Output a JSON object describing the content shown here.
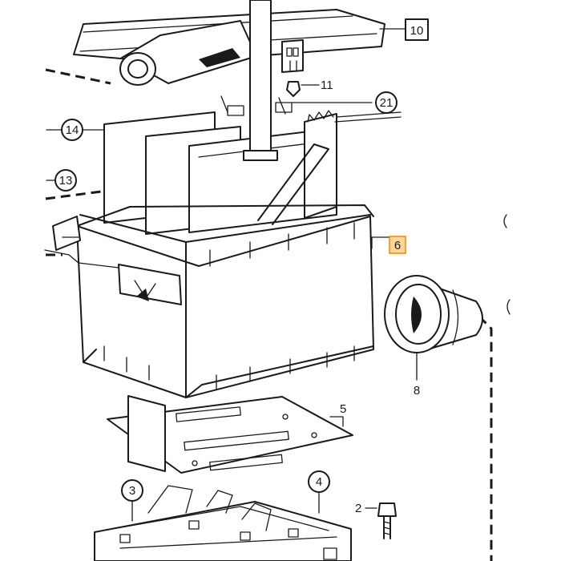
{
  "diagram": {
    "callouts": {
      "c2": "2",
      "c3": "3",
      "c4": "4",
      "c5": "5",
      "c6": "6",
      "c8": "8",
      "c10": "10",
      "c11": "11",
      "c13": "13",
      "c14": "14",
      "c21": "21"
    },
    "highlight_color": "#ffd79a",
    "highlight_border": "#f08a00"
  }
}
